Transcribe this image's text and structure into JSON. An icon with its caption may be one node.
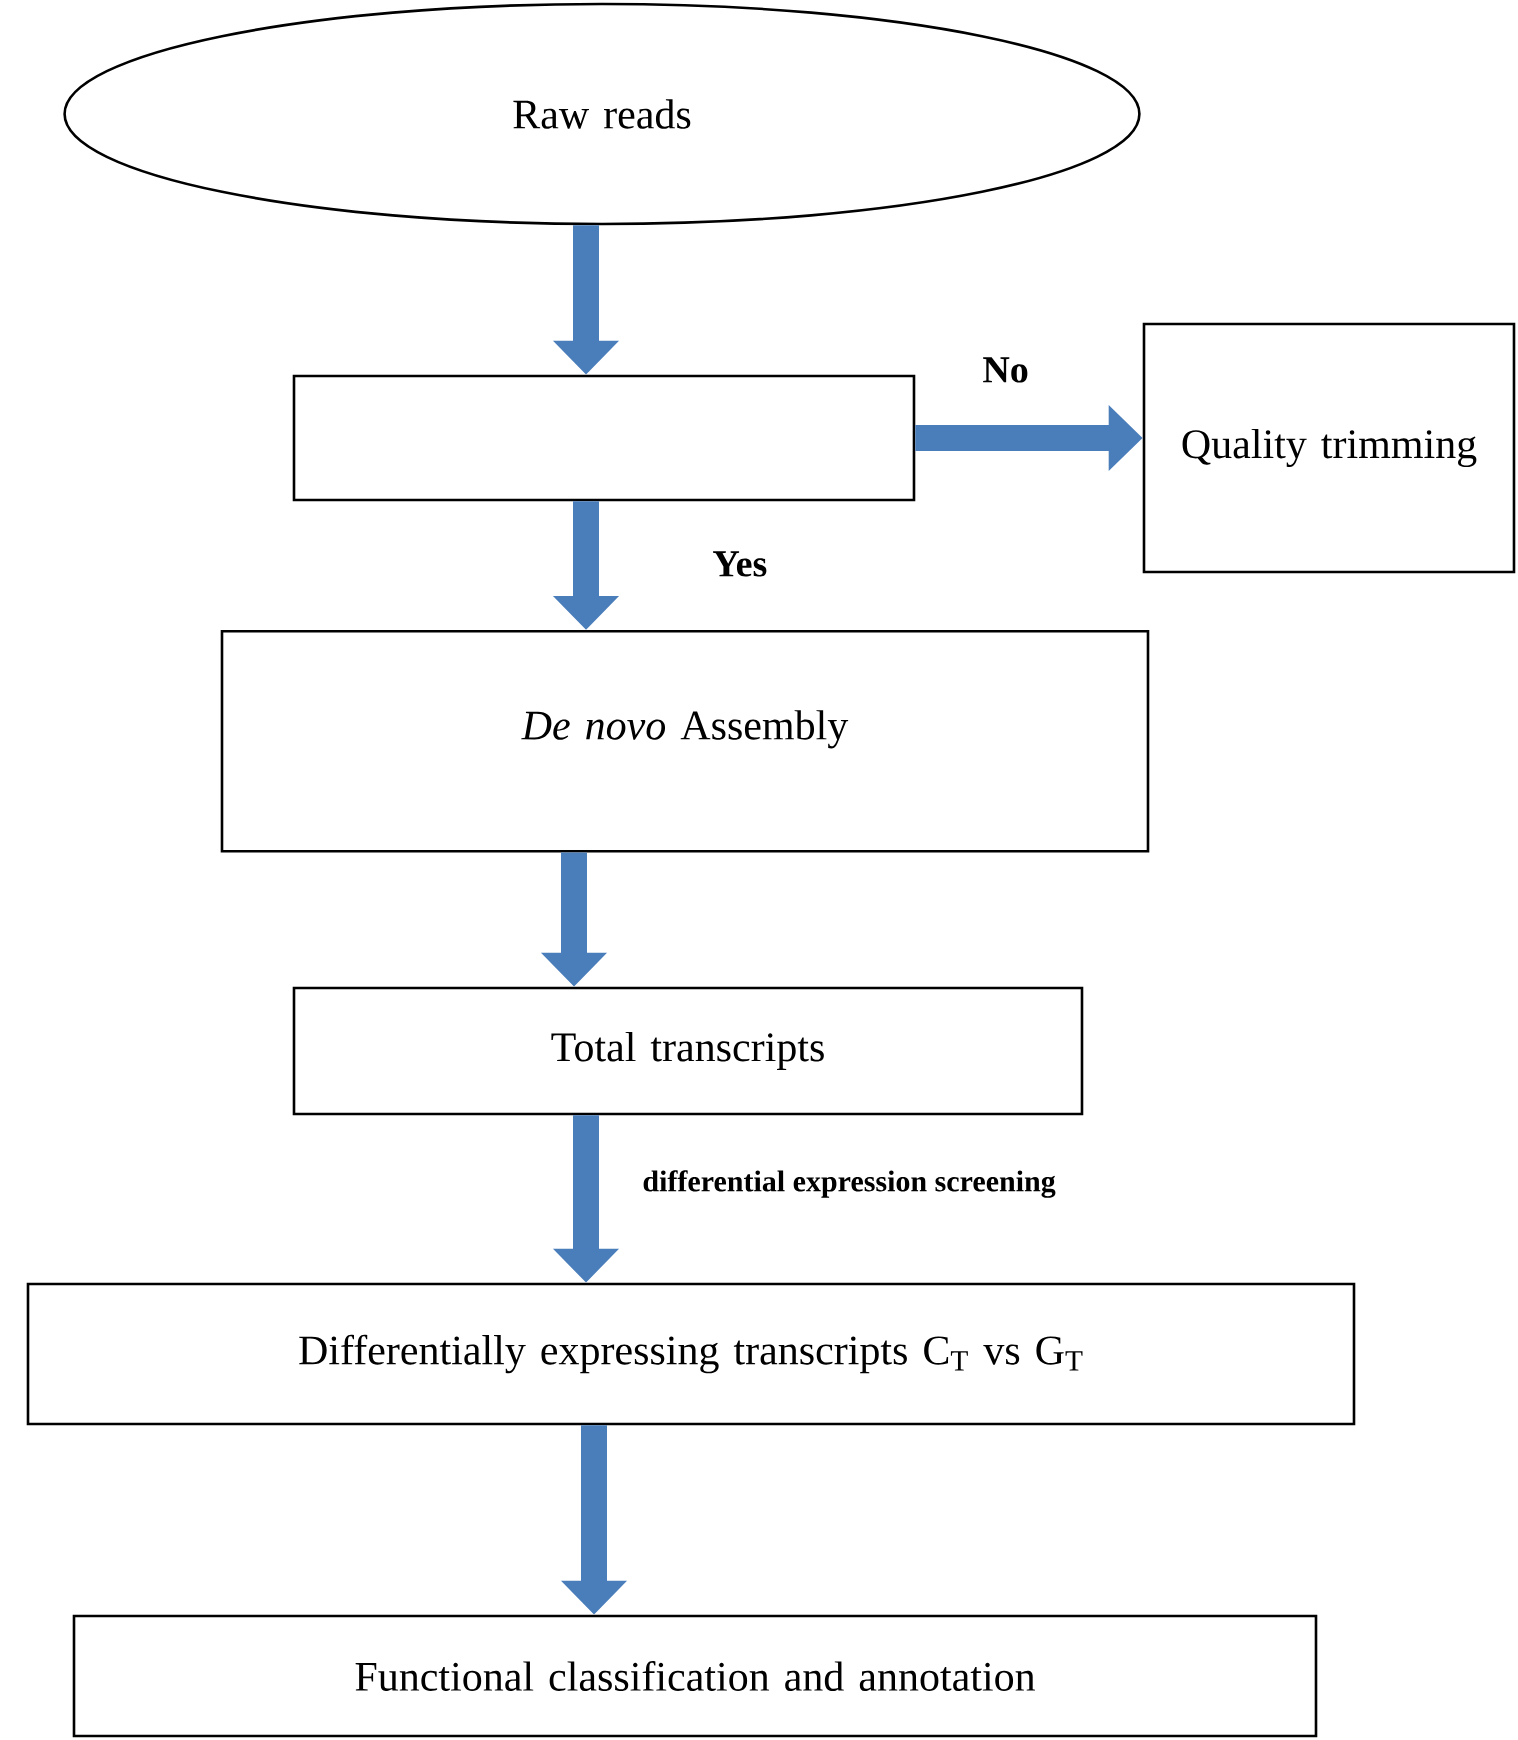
{
  "diagram": {
    "nodes": [
      {
        "text": [
          "Raw reads"
        ]
      },
      {
        "text": [],
        "shape": "box"
      },
      {
        "text": [
          "Quality trimming"
        ]
      },
      {
        "text": [
          "*De novo* Assembly"
        ]
      },
      {
        "text": [
          "Total transcripts"
        ]
      },
      {
        "text": [
          "Differentially expressing transcripts C$_{T}$ vs G$_{T}$"
        ]
      },
      {
        "text": [
          "Functional classification and annotation"
        ]
      }
    ],
    "edges": [
      {
        "from": 0,
        "to": 1,
        "arrow": "to"
      },
      {
        "from": 1,
        "to": 2,
        "arrow": "to",
        "label": "No"
      },
      {
        "from": 1,
        "to": 3,
        "arrow": "to",
        "label": "Yes"
      },
      {
        "from": 3,
        "to": 4,
        "arrow": "to"
      },
      {
        "from": 4,
        "to": 5,
        "arrow": "to",
        "label": "differential expression screening"
      },
      {
        "from": 5,
        "to": 6,
        "arrow": "to"
      }
    ]
  }
}
